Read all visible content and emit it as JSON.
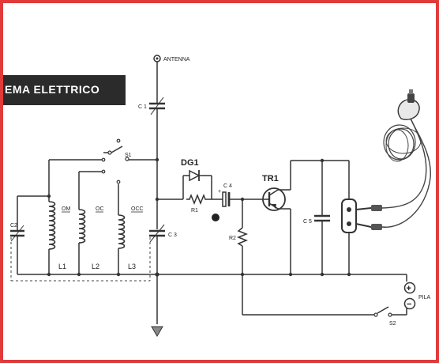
{
  "title": "EMA ELETTRICO",
  "colors": {
    "border": "#e03a3a",
    "banner": "#2b2b2b",
    "ink": "#333333"
  },
  "labels": {
    "antenna": "ANTENNA",
    "c1": "C 1",
    "c2": "C2",
    "c3": "C 3",
    "c4": "C 4",
    "c5": "C 5",
    "s1": "S1",
    "s2": "S2",
    "dg1": "DG1",
    "r1": "R1",
    "r2": "R2",
    "tr1": "TR1",
    "om": "OM",
    "oc": "OC",
    "occ": "OCC",
    "l1": "L1",
    "l2": "L2",
    "l3": "L3",
    "pila": "PILA",
    "plus": "+",
    "minus": "−",
    "c4_plus": "+"
  }
}
